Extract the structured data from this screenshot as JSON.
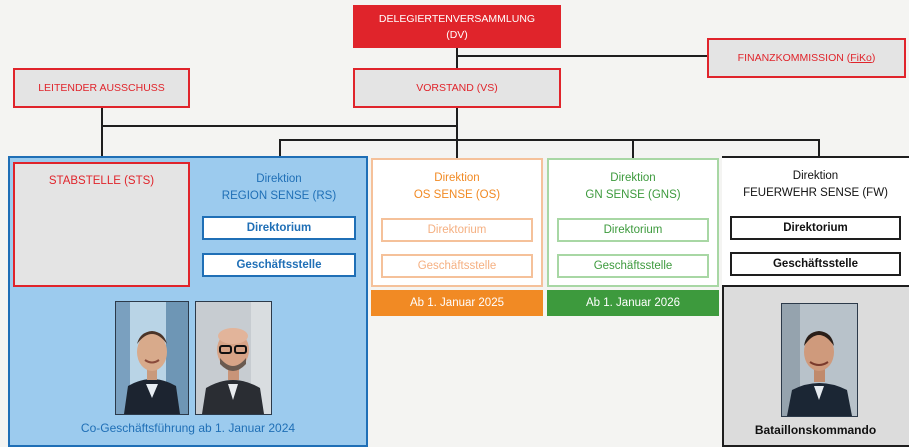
{
  "top": {
    "dv_line1": "DELEGIERTENVERSAMMLUNG",
    "dv_line2": "(DV)",
    "fiko_prefix": "FINANZKOMMISSION (",
    "fiko_abbr": "FiKo",
    "fiko_suffix": ")",
    "leitender": "LEITENDER AUSSCHUSS",
    "vorstand": "VORSTAND (VS)"
  },
  "sts": {
    "label": "STABSTELLE (STS)"
  },
  "rs": {
    "line1": "Direktion",
    "line2": "REGION SENSE (RS)",
    "direktorium": "Direktorium",
    "geschaeftsstelle": "Geschäftsstelle",
    "caption": "Co-Geschäftsführung ab 1. Januar 2024"
  },
  "os": {
    "line1": "Direktion",
    "line2": "OS SENSE (OS)",
    "direktorium": "Direktorium",
    "geschaeftsstelle": "Geschäftsstelle",
    "start": "Ab 1. Januar 2025"
  },
  "gn": {
    "line1": "Direktion",
    "line2": "GN SENSE (GNS)",
    "direktorium": "Direktorium",
    "geschaeftsstelle": "Geschäftsstelle",
    "start": "Ab 1. Januar 2026"
  },
  "fw": {
    "line1": "Direktion",
    "line2": "FEUERWEHR SENSE (FW)",
    "direktorium": "Direktorium",
    "geschaeftsstelle": "Geschäftsstelle",
    "caption": "Bataillonskommando"
  },
  "colors": {
    "red": "#e0242b",
    "blue": "#1f6fb6",
    "blue_panel": "#9ccbee",
    "orange": "#f18a24",
    "green": "#3d9a3d",
    "gray_panel": "#dcdcdc"
  }
}
